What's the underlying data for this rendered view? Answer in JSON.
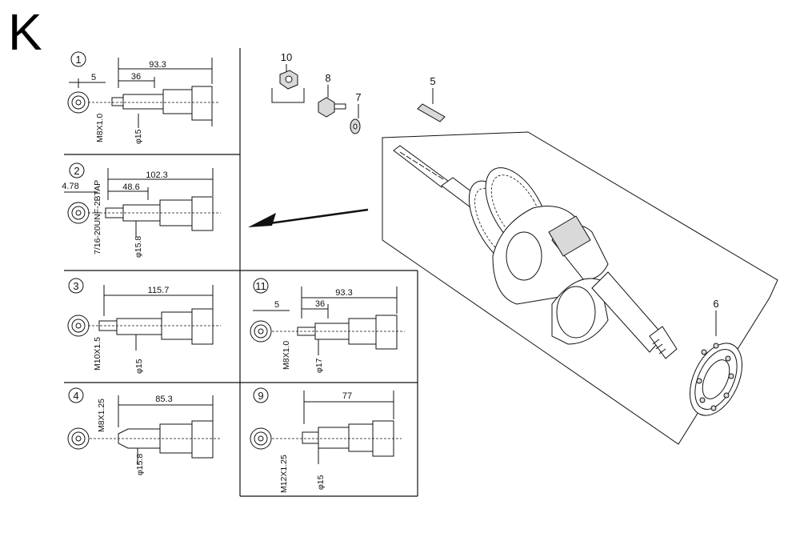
{
  "section_letter": "K",
  "variants": [
    {
      "id": "v1-top",
      "number": "1",
      "dim_total": "93.3",
      "dim_mid": "36",
      "dim_small": "5",
      "thread": "M8X1.0",
      "diameter": "φ15"
    },
    {
      "id": "v2",
      "number": "2",
      "dim_total": "102.3",
      "dim_mid": "48.6",
      "dim_small": "4.78",
      "thread": "7/16-20UNF-2BTAP",
      "diameter": "φ15.8"
    },
    {
      "id": "v3",
      "number": "3",
      "dim_total": "115.7",
      "thread": "M10X1.5",
      "diameter": "φ15"
    },
    {
      "id": "v11",
      "number": "11",
      "dim_total": "93.3",
      "dim_mid": "36",
      "dim_small": "5",
      "thread": "M8X1.0",
      "diameter": "φ17"
    },
    {
      "id": "v4",
      "number": "4",
      "dim_total": "85.3",
      "thread": "M8X1.25",
      "diameter": "φ15.8"
    },
    {
      "id": "v9",
      "number": "9",
      "dim_total": "77",
      "thread": "M12X1.25",
      "diameter": "φ15"
    }
  ],
  "parts": [
    {
      "id": "nut",
      "number": "10"
    },
    {
      "id": "bolt",
      "number": "8"
    },
    {
      "id": "washer",
      "number": "7"
    },
    {
      "id": "key",
      "number": "5"
    },
    {
      "id": "bearing",
      "number": "6"
    }
  ]
}
